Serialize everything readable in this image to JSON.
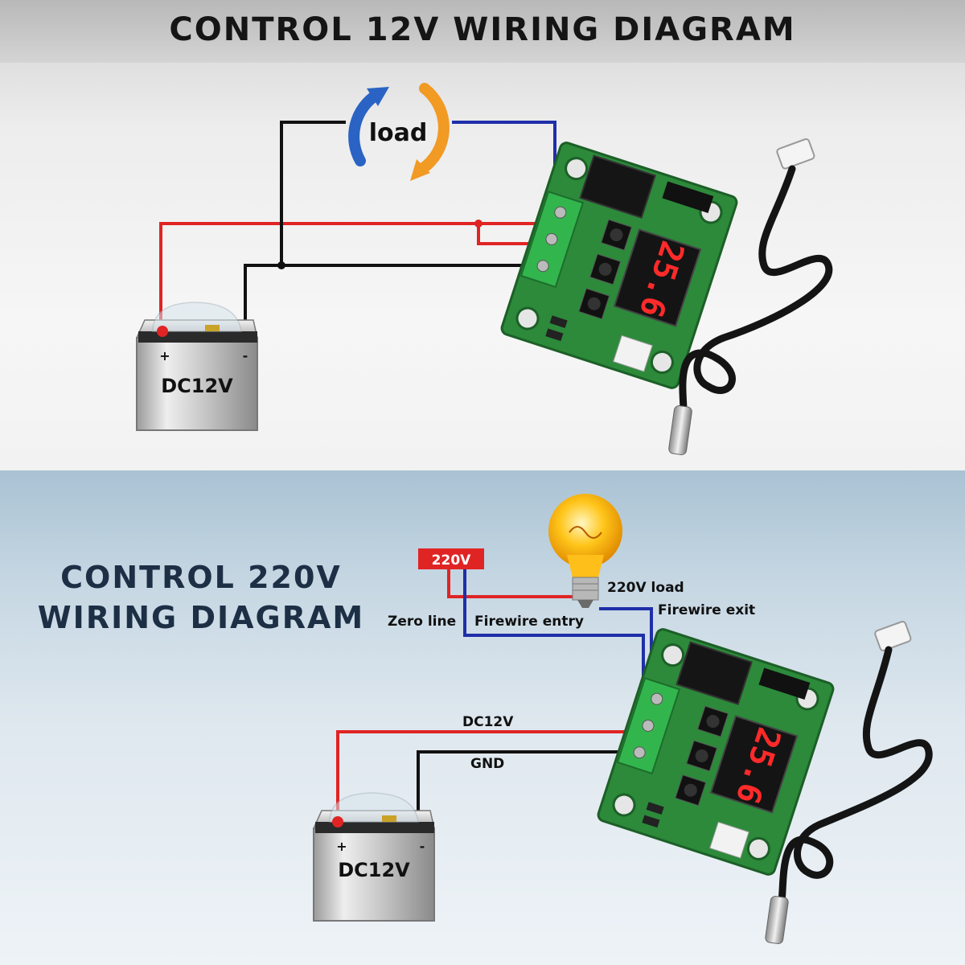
{
  "top_panel": {
    "title": "CONTROL 12V WIRING DIAGRAM",
    "load_label": "load",
    "battery_label": "DC12V",
    "battery_plus": "+",
    "battery_minus": "-",
    "display_reading": "25.6"
  },
  "bottom_panel": {
    "title_line1": "CONTROL 220V",
    "title_line2": "WIRING DIAGRAM",
    "supply_label": "220V",
    "bulb_label": "220V load",
    "zero_line_label": "Zero line",
    "firewire_entry_label": "Firewire entry",
    "firewire_exit_label": "Firewire exit",
    "dc_label": "DC12V",
    "gnd_label": "GND",
    "battery_label": "DC12V",
    "battery_plus": "+",
    "battery_minus": "-",
    "display_reading": "25.6"
  },
  "colors": {
    "wire_red": "#e02424",
    "wire_blue": "#1f2fa8",
    "wire_black": "#111111",
    "board_green": "#2e8a3a",
    "terminal_green": "#2fb34a",
    "display_red": "#ff2a2a"
  }
}
